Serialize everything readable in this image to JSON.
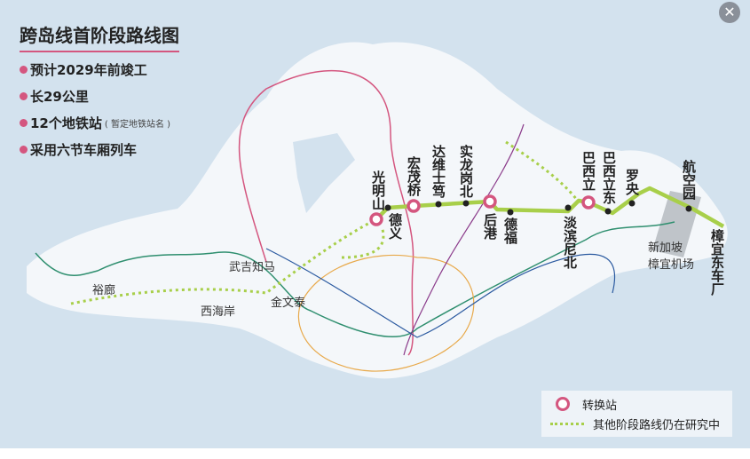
{
  "title": "跨岛线首阶段路线图",
  "facts": [
    "预计2029年前竣工",
    "长29公里",
    "12个地铁站",
    "采用六节车厢列车"
  ],
  "facts_note": "( 暂定地铁站名 )",
  "stations": {
    "s1": "光明山",
    "s2": "德义",
    "s3": "宏茂桥",
    "s4": "达维士笃",
    "s5": "实龙岗北",
    "s6": "后港",
    "s7": "德福",
    "s8": "淡滨尼北",
    "s9": "巴西立",
    "s10": "巴西立东",
    "s11": "罗央",
    "s12": "航空园",
    "depot": "樟宜东车厂"
  },
  "areas": {
    "jurong": "裕廊",
    "west_coast": "西海岸",
    "bukit_timah": "武吉知马",
    "clementi": "金文泰",
    "airport_1": "新加坡",
    "airport_2": "樟宜机场"
  },
  "legend": {
    "interchange": "转换站",
    "future": "其他阶段路线仍在研究中"
  },
  "close_icon": "close-icon",
  "colors": {
    "crl": "#a8cf4a",
    "interchange": "#d4567f",
    "sea": "#d3e2ee",
    "land": "#f4f7fa"
  }
}
